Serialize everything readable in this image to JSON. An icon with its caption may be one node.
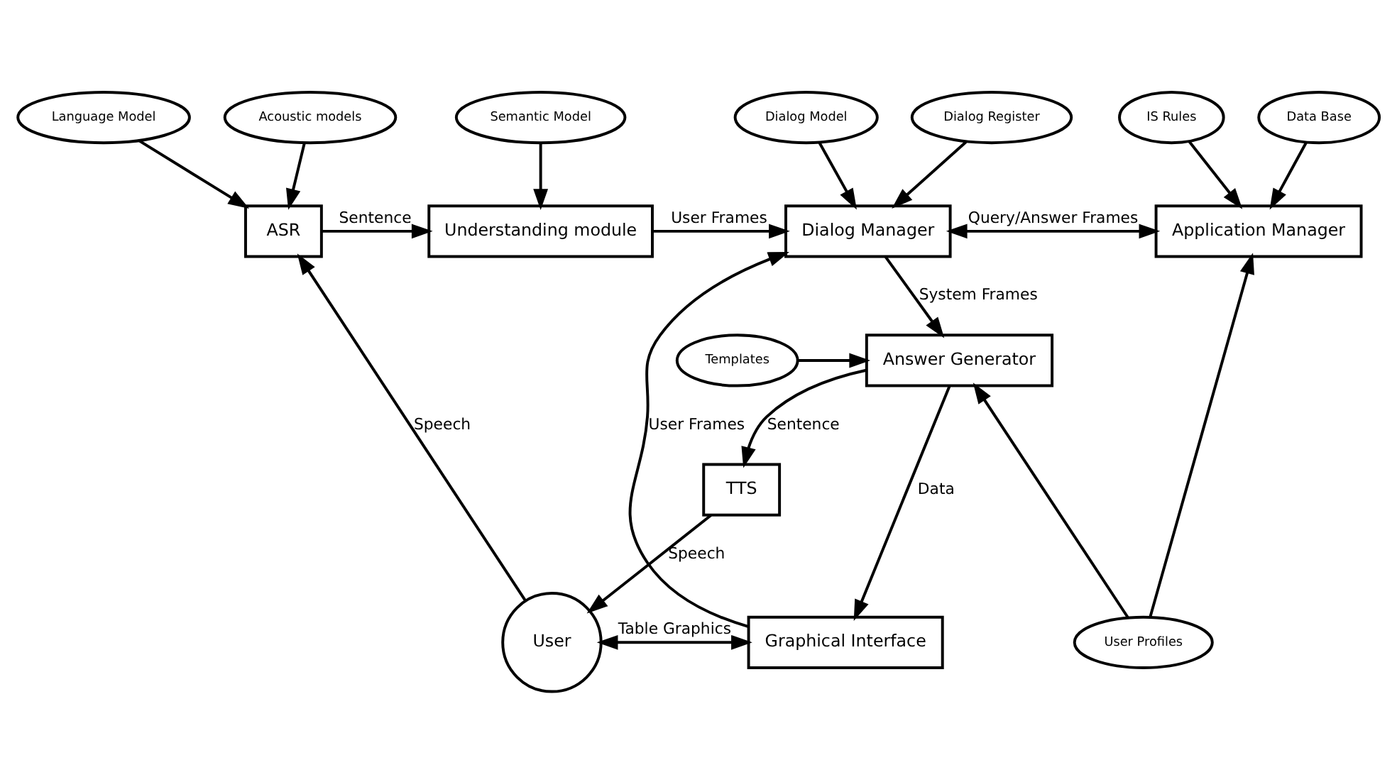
{
  "diagram": {
    "nodes": [
      {
        "text": [
          "Acoustic models"
        ]
      },
      {
        "text": [
          "Language Model"
        ]
      },
      {
        "text": [
          "Semantic Model"
        ]
      },
      {
        "text": [
          "Dialog Register"
        ]
      },
      {
        "text": [
          "Dialog Model"
        ]
      },
      {
        "text": [
          "Data Base"
        ]
      },
      {
        "text": [
          "IS Rules"
        ]
      },
      {
        "text": [
          "ASR"
        ]
      },
      {
        "text": [
          "Understanding module"
        ]
      },
      {
        "text": [
          "Dialog Manager"
        ]
      },
      {
        "text": [
          "Application Manager"
        ]
      },
      {
        "text": [
          "User"
        ]
      },
      {
        "text": [
          "Graphical Interface"
        ]
      },
      {
        "text": [
          "User Profiles"
        ]
      },
      {
        "text": [
          "Answer Generator"
        ]
      },
      {
        "text": [
          "TTS"
        ]
      },
      {
        "text": [
          "Templates"
        ]
      }
    ],
    "edges": [
      {
        "from": 0,
        "to": 7,
        "arrow": "to"
      },
      {
        "from": 1,
        "to": 7,
        "arrow": "to"
      },
      {
        "from": 2,
        "to": 8,
        "arrow": "to"
      },
      {
        "from": 3,
        "to": 9,
        "arrow": "to"
      },
      {
        "from": 4,
        "to": 9,
        "arrow": "to"
      },
      {
        "from": 5,
        "to": 10,
        "arrow": "to"
      },
      {
        "from": 6,
        "to": 10,
        "arrow": "to"
      },
      {
        "from": 7,
        "to": 8,
        "arrow": "to",
        "label": "Sentence"
      },
      {
        "from": 8,
        "to": 9,
        "arrow": "to",
        "label": "User Frames"
      },
      {
        "from": 9,
        "to": 10,
        "arrow": "both",
        "label": "Query/Answer Frames"
      },
      {
        "from": 11,
        "to": 7,
        "arrow": "to",
        "label": "Speech"
      },
      {
        "from": 12,
        "to": 9,
        "arrow": "to",
        "label": "User Frames"
      },
      {
        "from": 11,
        "to": 12,
        "arrow": "both",
        "label": "Table Graphics"
      },
      {
        "from": 9,
        "to": 14,
        "arrow": "to",
        "label": "System Frames"
      },
      {
        "from": 13,
        "to": 10,
        "arrow": "to"
      },
      {
        "from": 14,
        "to": 12,
        "arrow": "to",
        "label": "Data"
      },
      {
        "from": 13,
        "to": 14,
        "arrow": "to"
      },
      {
        "from": 14,
        "to": 15,
        "arrow": "to",
        "label": "Sentence"
      },
      {
        "from": 15,
        "to": 11,
        "arrow": "to",
        "label": "Speech"
      },
      {
        "from": 16,
        "to": 14,
        "arrow": "to"
      }
    ]
  }
}
